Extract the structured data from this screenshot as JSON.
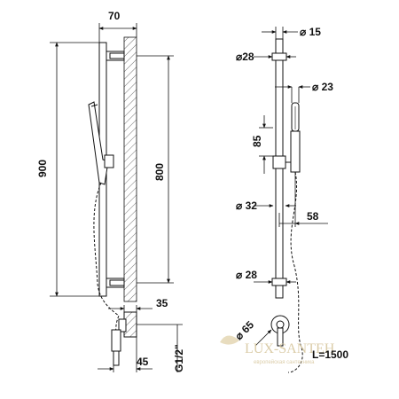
{
  "dimensions": {
    "width_70": "70",
    "height_900": "900",
    "height_800": "800",
    "depth_35": "35",
    "depth_45": "45",
    "thread_g12": "G1/2\"",
    "dia_15": "15",
    "dia_28_top": "28",
    "dia_23": "23",
    "height_85": "85",
    "dia_32": "32",
    "offset_58": "58",
    "dia_28_bottom": "28",
    "dia_65": "65",
    "hose_length": "L=1500"
  },
  "watermark": {
    "brand": "LUX-SANTEH",
    "tagline": "европейская сантехника"
  },
  "colors": {
    "line": "#111111",
    "watermark": "#d8c8a0"
  }
}
